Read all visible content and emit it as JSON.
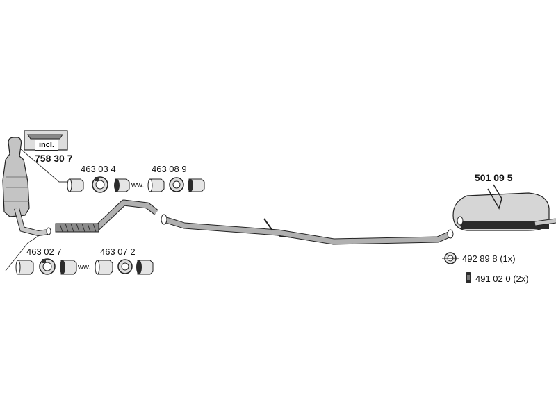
{
  "diagram": {
    "catalytic_converter": {
      "part_number": "758 30 7",
      "incl_label": "incl."
    },
    "rear_silencer": {
      "part_number": "501 09 5"
    },
    "clamps_upper": {
      "first": "463 03 4",
      "second": "463 08 9",
      "joiner": "ww."
    },
    "clamps_lower": {
      "first": "463 02 7",
      "second": "463 07 2",
      "joiner": "ww."
    },
    "hanger": {
      "label": "492 89 8 (1x)"
    },
    "rubber_mount": {
      "label": "491 02 0 (2x)"
    }
  },
  "colors": {
    "pipe": "#b0b0b0",
    "outline": "#222222",
    "dark": "#2b2b2b"
  }
}
